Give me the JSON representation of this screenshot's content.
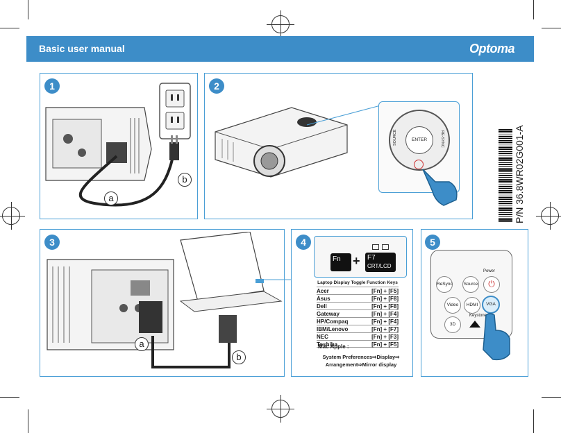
{
  "header": {
    "title": "Basic user manual",
    "brand": "Optoma",
    "color": "#3d8dc8"
  },
  "part_number": "P/N 36.8WR02G001-A",
  "steps": [
    {
      "number": "1",
      "labels": {
        "a": "a",
        "b": "b"
      }
    },
    {
      "number": "2",
      "pad": {
        "enter": "ENTER",
        "source": "SOURCE",
        "resync": "RE-SYNC"
      }
    },
    {
      "number": "3",
      "labels": {
        "a": "a",
        "b": "b"
      }
    },
    {
      "number": "4",
      "keys": {
        "fn": "Fn",
        "plus": "+",
        "f7": "F7",
        "crt": "CRT/LCD"
      },
      "table_title": "Laptop Display Toggle Function Keys",
      "rows": [
        {
          "brand": "Acer",
          "keys": "[Fn] + [F5]"
        },
        {
          "brand": "Asus",
          "keys": "[Fn] + [F8]"
        },
        {
          "brand": "Dell",
          "keys": "[Fn] + [F8]"
        },
        {
          "brand": "Gateway",
          "keys": "[Fn] + [F4]"
        },
        {
          "brand": "HP/Compaq",
          "keys": "[Fn] + [F4]"
        },
        {
          "brand": "IBM/Lenovo",
          "keys": "[Fn] + [F7]"
        },
        {
          "brand": "NEC",
          "keys": "[Fn] + [F3]"
        },
        {
          "brand": "Toshiba",
          "keys": "[Fn] + [F5]"
        }
      ],
      "mac": "Mac Apple :",
      "mac_note_1": "System Preferences⇨Display⇨",
      "mac_note_2": "Arrangement⇨Mirror display"
    },
    {
      "number": "5",
      "remote": {
        "power": "Power",
        "resync": "ReSync",
        "source": "Source",
        "video": "Video",
        "hdmi": "HDMI",
        "vga": "VGA",
        "keystone": "Keystone+",
        "3d": "3D"
      }
    }
  ]
}
